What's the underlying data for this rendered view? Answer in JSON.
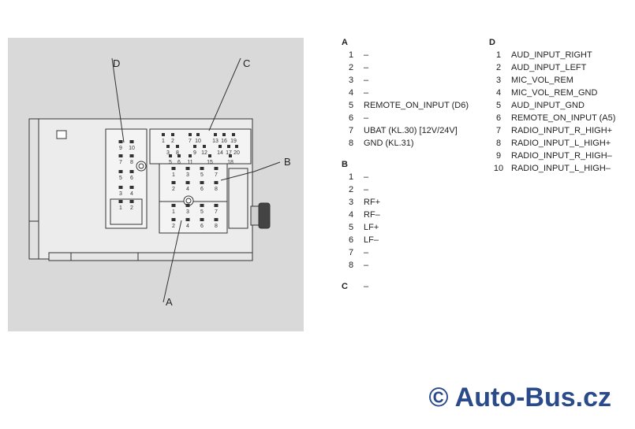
{
  "callouts": {
    "A": "A",
    "B": "B",
    "C": "C",
    "D": "D"
  },
  "connector_pin_labels": {
    "d": [
      "9",
      "10",
      "7",
      "8",
      "5",
      "6",
      "3",
      "4",
      "1",
      "2"
    ],
    "c_top": [
      "1",
      "2",
      "7",
      "10",
      "13",
      "16",
      "19"
    ],
    "c_mid": [
      "3",
      "8",
      "9",
      "12",
      "14",
      "17",
      "20"
    ],
    "c_low": [
      "5",
      "6",
      "11",
      "15",
      "18"
    ],
    "b": [
      "1",
      "3",
      "5",
      "7",
      "2",
      "4",
      "6",
      "8"
    ],
    "a": [
      "1",
      "3",
      "5",
      "7",
      "2",
      "4",
      "6",
      "8"
    ]
  },
  "pinouts": {
    "A": {
      "title": "A",
      "rows": [
        {
          "num": "1",
          "label": "–"
        },
        {
          "num": "2",
          "label": "–"
        },
        {
          "num": "3",
          "label": "–"
        },
        {
          "num": "4",
          "label": "–"
        },
        {
          "num": "5",
          "label": "REMOTE_ON_INPUT (D6)"
        },
        {
          "num": "6",
          "label": "–"
        },
        {
          "num": "7",
          "label": "UBAT (KL.30) [12V/24V]"
        },
        {
          "num": "8",
          "label": "GND (KL.31)"
        }
      ]
    },
    "B": {
      "title": "B",
      "rows": [
        {
          "num": "1",
          "label": "–"
        },
        {
          "num": "2",
          "label": "–"
        },
        {
          "num": "3",
          "label": "RF+"
        },
        {
          "num": "4",
          "label": "RF–"
        },
        {
          "num": "5",
          "label": "LF+"
        },
        {
          "num": "6",
          "label": "LF–"
        },
        {
          "num": "7",
          "label": "–"
        },
        {
          "num": "8",
          "label": "–"
        }
      ]
    },
    "C": {
      "title": "C",
      "value": "–"
    },
    "D": {
      "title": "D",
      "rows": [
        {
          "num": "1",
          "label": "AUD_INPUT_RIGHT"
        },
        {
          "num": "2",
          "label": "AUD_INPUT_LEFT"
        },
        {
          "num": "3",
          "label": "MIC_VOL_REM"
        },
        {
          "num": "4",
          "label": "MIC_VOL_REM_GND"
        },
        {
          "num": "5",
          "label": "AUD_INPUT_GND"
        },
        {
          "num": "6",
          "label": "REMOTE_ON_INPUT (A5)"
        },
        {
          "num": "7",
          "label": "RADIO_INPUT_R_HIGH+"
        },
        {
          "num": "8",
          "label": "RADIO_INPUT_L_HIGH+"
        },
        {
          "num": "9",
          "label": "RADIO_INPUT_R_HIGH–"
        },
        {
          "num": "10",
          "label": "RADIO_INPUT_L_HIGH–"
        }
      ]
    }
  },
  "watermark": {
    "text": "© Auto-Bus.cz",
    "color": "#2b4a8a"
  }
}
